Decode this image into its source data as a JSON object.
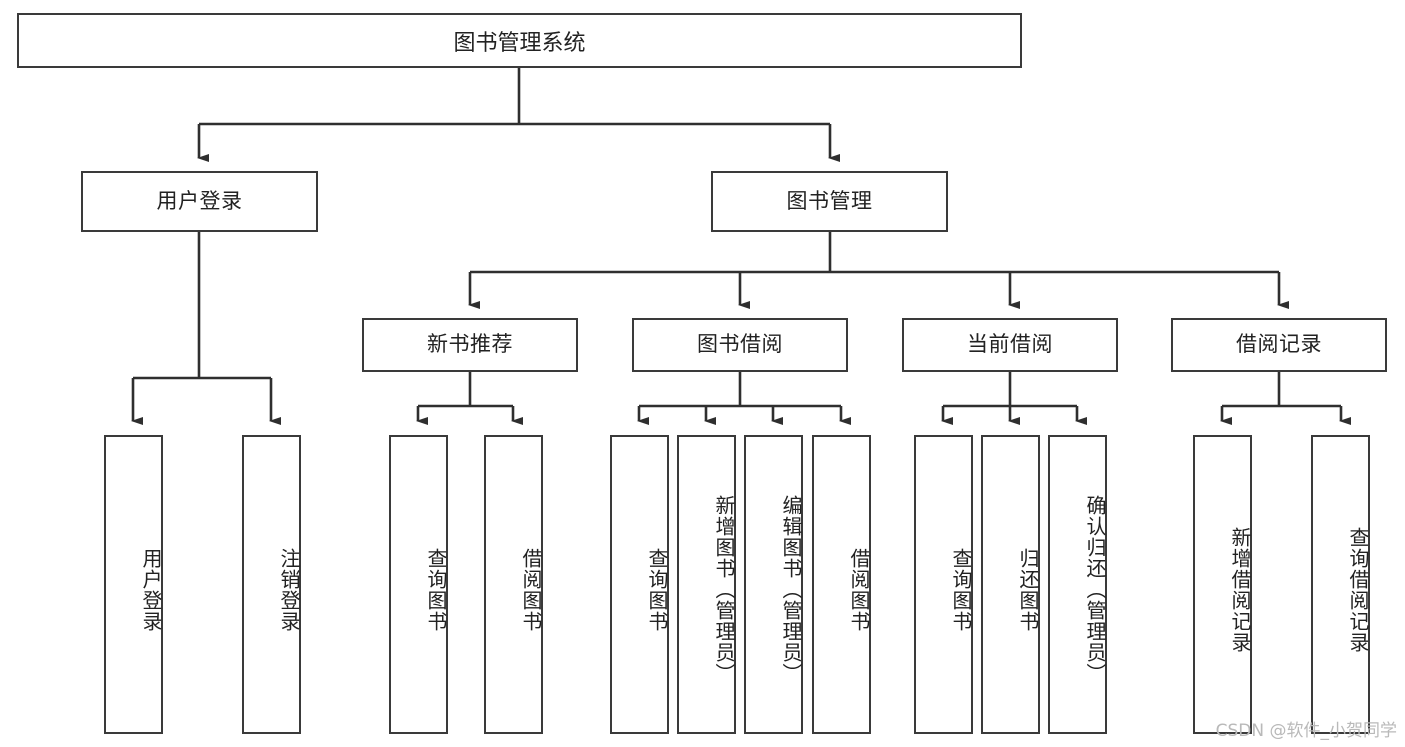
{
  "diagram": {
    "type": "tree",
    "title": "图书管理系统",
    "watermark": "CSDN @软件_小贺同学",
    "colors": {
      "box_border": "#3a3a3a",
      "box_fill": "#ffffff",
      "connector": "#2f2f2f",
      "text": "#222222",
      "watermark": "#b9b9b9",
      "background": "#ffffff"
    },
    "root": {
      "label": "图书管理系统"
    },
    "level2": [
      {
        "label": "用户登录"
      },
      {
        "label": "图书管理"
      }
    ],
    "level3": [
      {
        "label": "新书推荐"
      },
      {
        "label": "图书借阅"
      },
      {
        "label": "当前借阅"
      },
      {
        "label": "借阅记录"
      }
    ],
    "leaves": {
      "user_login": [
        {
          "label": "用户登录"
        },
        {
          "label": "注销登录"
        }
      ],
      "new_book_recommend": [
        {
          "label": "查询图书"
        },
        {
          "label": "借阅图书"
        }
      ],
      "book_borrow": [
        {
          "label": "查询图书"
        },
        {
          "label": "新增图书（管理员）"
        },
        {
          "label": "编辑图书（管理员）"
        },
        {
          "label": "借阅图书"
        }
      ],
      "current_borrow": [
        {
          "label": "查询图书"
        },
        {
          "label": "归还图书"
        },
        {
          "label": "确认归还（管理员）"
        }
      ],
      "borrow_record": [
        {
          "label": "新增借阅记录"
        },
        {
          "label": "查询借阅记录"
        }
      ]
    }
  }
}
